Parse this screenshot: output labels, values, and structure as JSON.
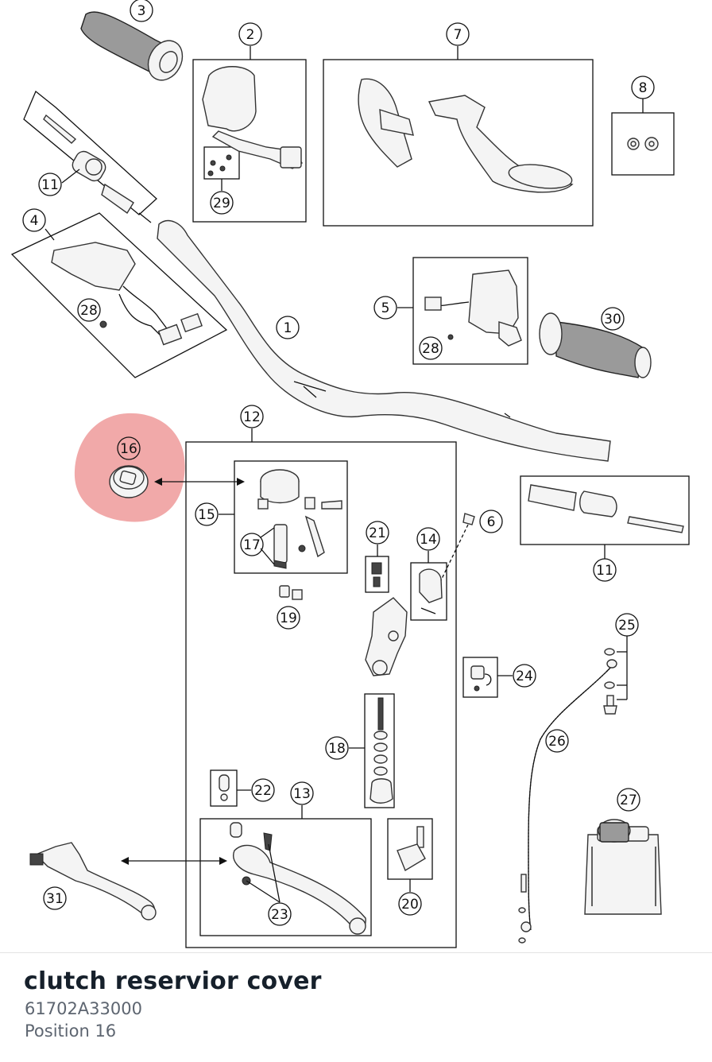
{
  "part": {
    "name": "clutch reservior cover",
    "number": "61702A33000",
    "position": "Position 16"
  },
  "callouts": [
    "1",
    "2",
    "3",
    "4",
    "5",
    "6",
    "7",
    "8",
    "11",
    "11",
    "12",
    "13",
    "14",
    "15",
    "16",
    "17",
    "18",
    "19",
    "20",
    "21",
    "22",
    "23",
    "24",
    "25",
    "26",
    "27",
    "28",
    "28",
    "29",
    "30",
    "31"
  ],
  "colors": {
    "highlight": "#ec8c8c",
    "line": "#111111",
    "title": "#16202b",
    "subtext": "#5d6570"
  }
}
